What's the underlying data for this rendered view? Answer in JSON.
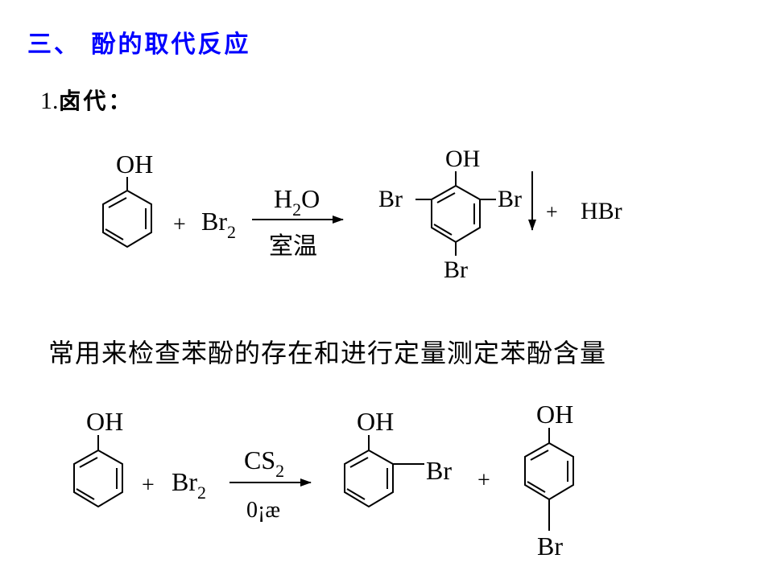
{
  "heading": "三、 酚的取代反应",
  "section": {
    "number": "1.",
    "label": "卤代："
  },
  "note": "常用来检查苯酚的存在和进行定量测定苯酚含量",
  "reaction1": {
    "oh": "OH",
    "plus": "+",
    "reagent": "Br",
    "reagent_sub": "2",
    "cond_top_h": "H",
    "cond_top_sub": "2",
    "cond_top_o": "O",
    "cond_bottom": "室温",
    "product_oh": "OH",
    "product_br_left": "Br",
    "product_br_right": "Br",
    "product_br_bottom": "Br",
    "plus2": "+",
    "byproduct": "HBr"
  },
  "reaction2": {
    "oh": "OH",
    "plus": "+",
    "reagent": "Br",
    "reagent_sub": "2",
    "cond_top": "CS",
    "cond_top_sub": "2",
    "cond_bottom": "0¡æ",
    "product1_oh": "OH",
    "product1_br": "Br",
    "plus2": "+",
    "product2_oh": "OH",
    "product2_br": "Br"
  }
}
